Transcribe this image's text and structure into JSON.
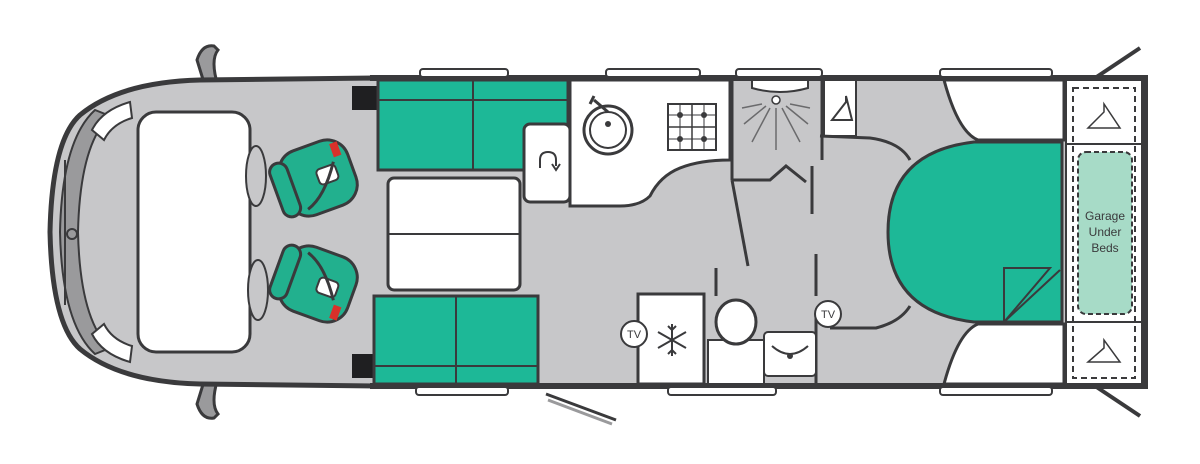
{
  "colors": {
    "floor": "#c7c7c9",
    "wall": "#3a3a3c",
    "upholstery": "#1db897",
    "seat": "#22b08e",
    "bedding": "#a7dbc7",
    "white": "#ffffff"
  },
  "labels": {
    "tv": "TV",
    "garage": [
      "Garage",
      "Under",
      "Beds"
    ]
  },
  "icons": {
    "fridge": "snowflake-icon",
    "hanger": "hanger-icon",
    "hob": "hob-icon",
    "sink": "sink-icon",
    "shower": "shower-icon"
  }
}
